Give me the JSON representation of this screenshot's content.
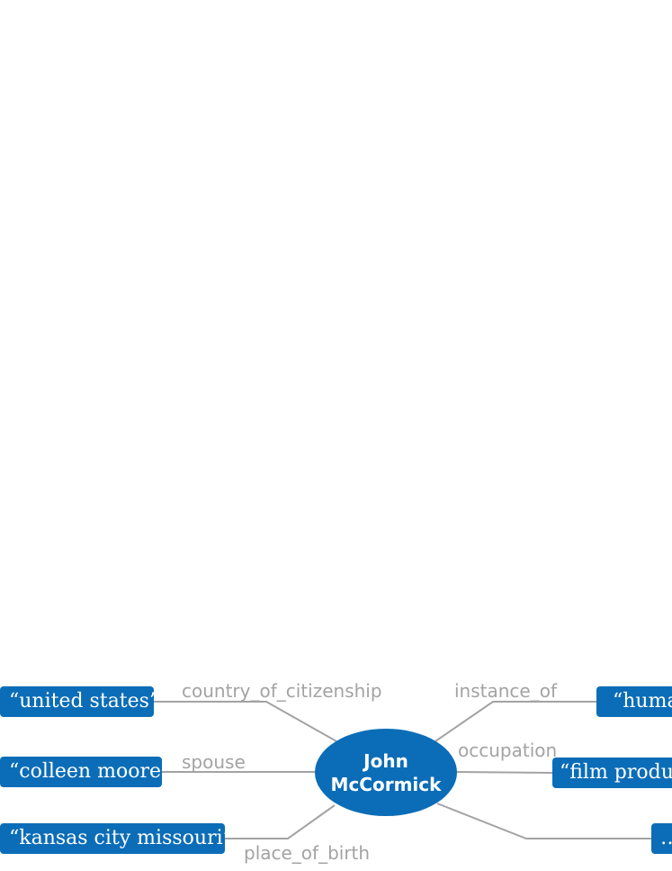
{
  "center": {
    "line1": "John",
    "line2": "McCormick"
  },
  "nodes": {
    "united_states": "“united states”",
    "colleen_moore": "“colleen moore”",
    "kansas_city": "“kansas city missouri”",
    "human": "“human”",
    "film_producer": "“film producer”",
    "more": "…"
  },
  "relations": {
    "country_of_citizenship": "country_of_citizenship",
    "spouse": "spouse",
    "place_of_birth": "place_of_birth",
    "instance_of": "instance_of",
    "occupation": "occupation"
  },
  "colors": {
    "node": "#0b6db7",
    "edge": "#a3a3a3",
    "label": "#a3a3a3"
  }
}
